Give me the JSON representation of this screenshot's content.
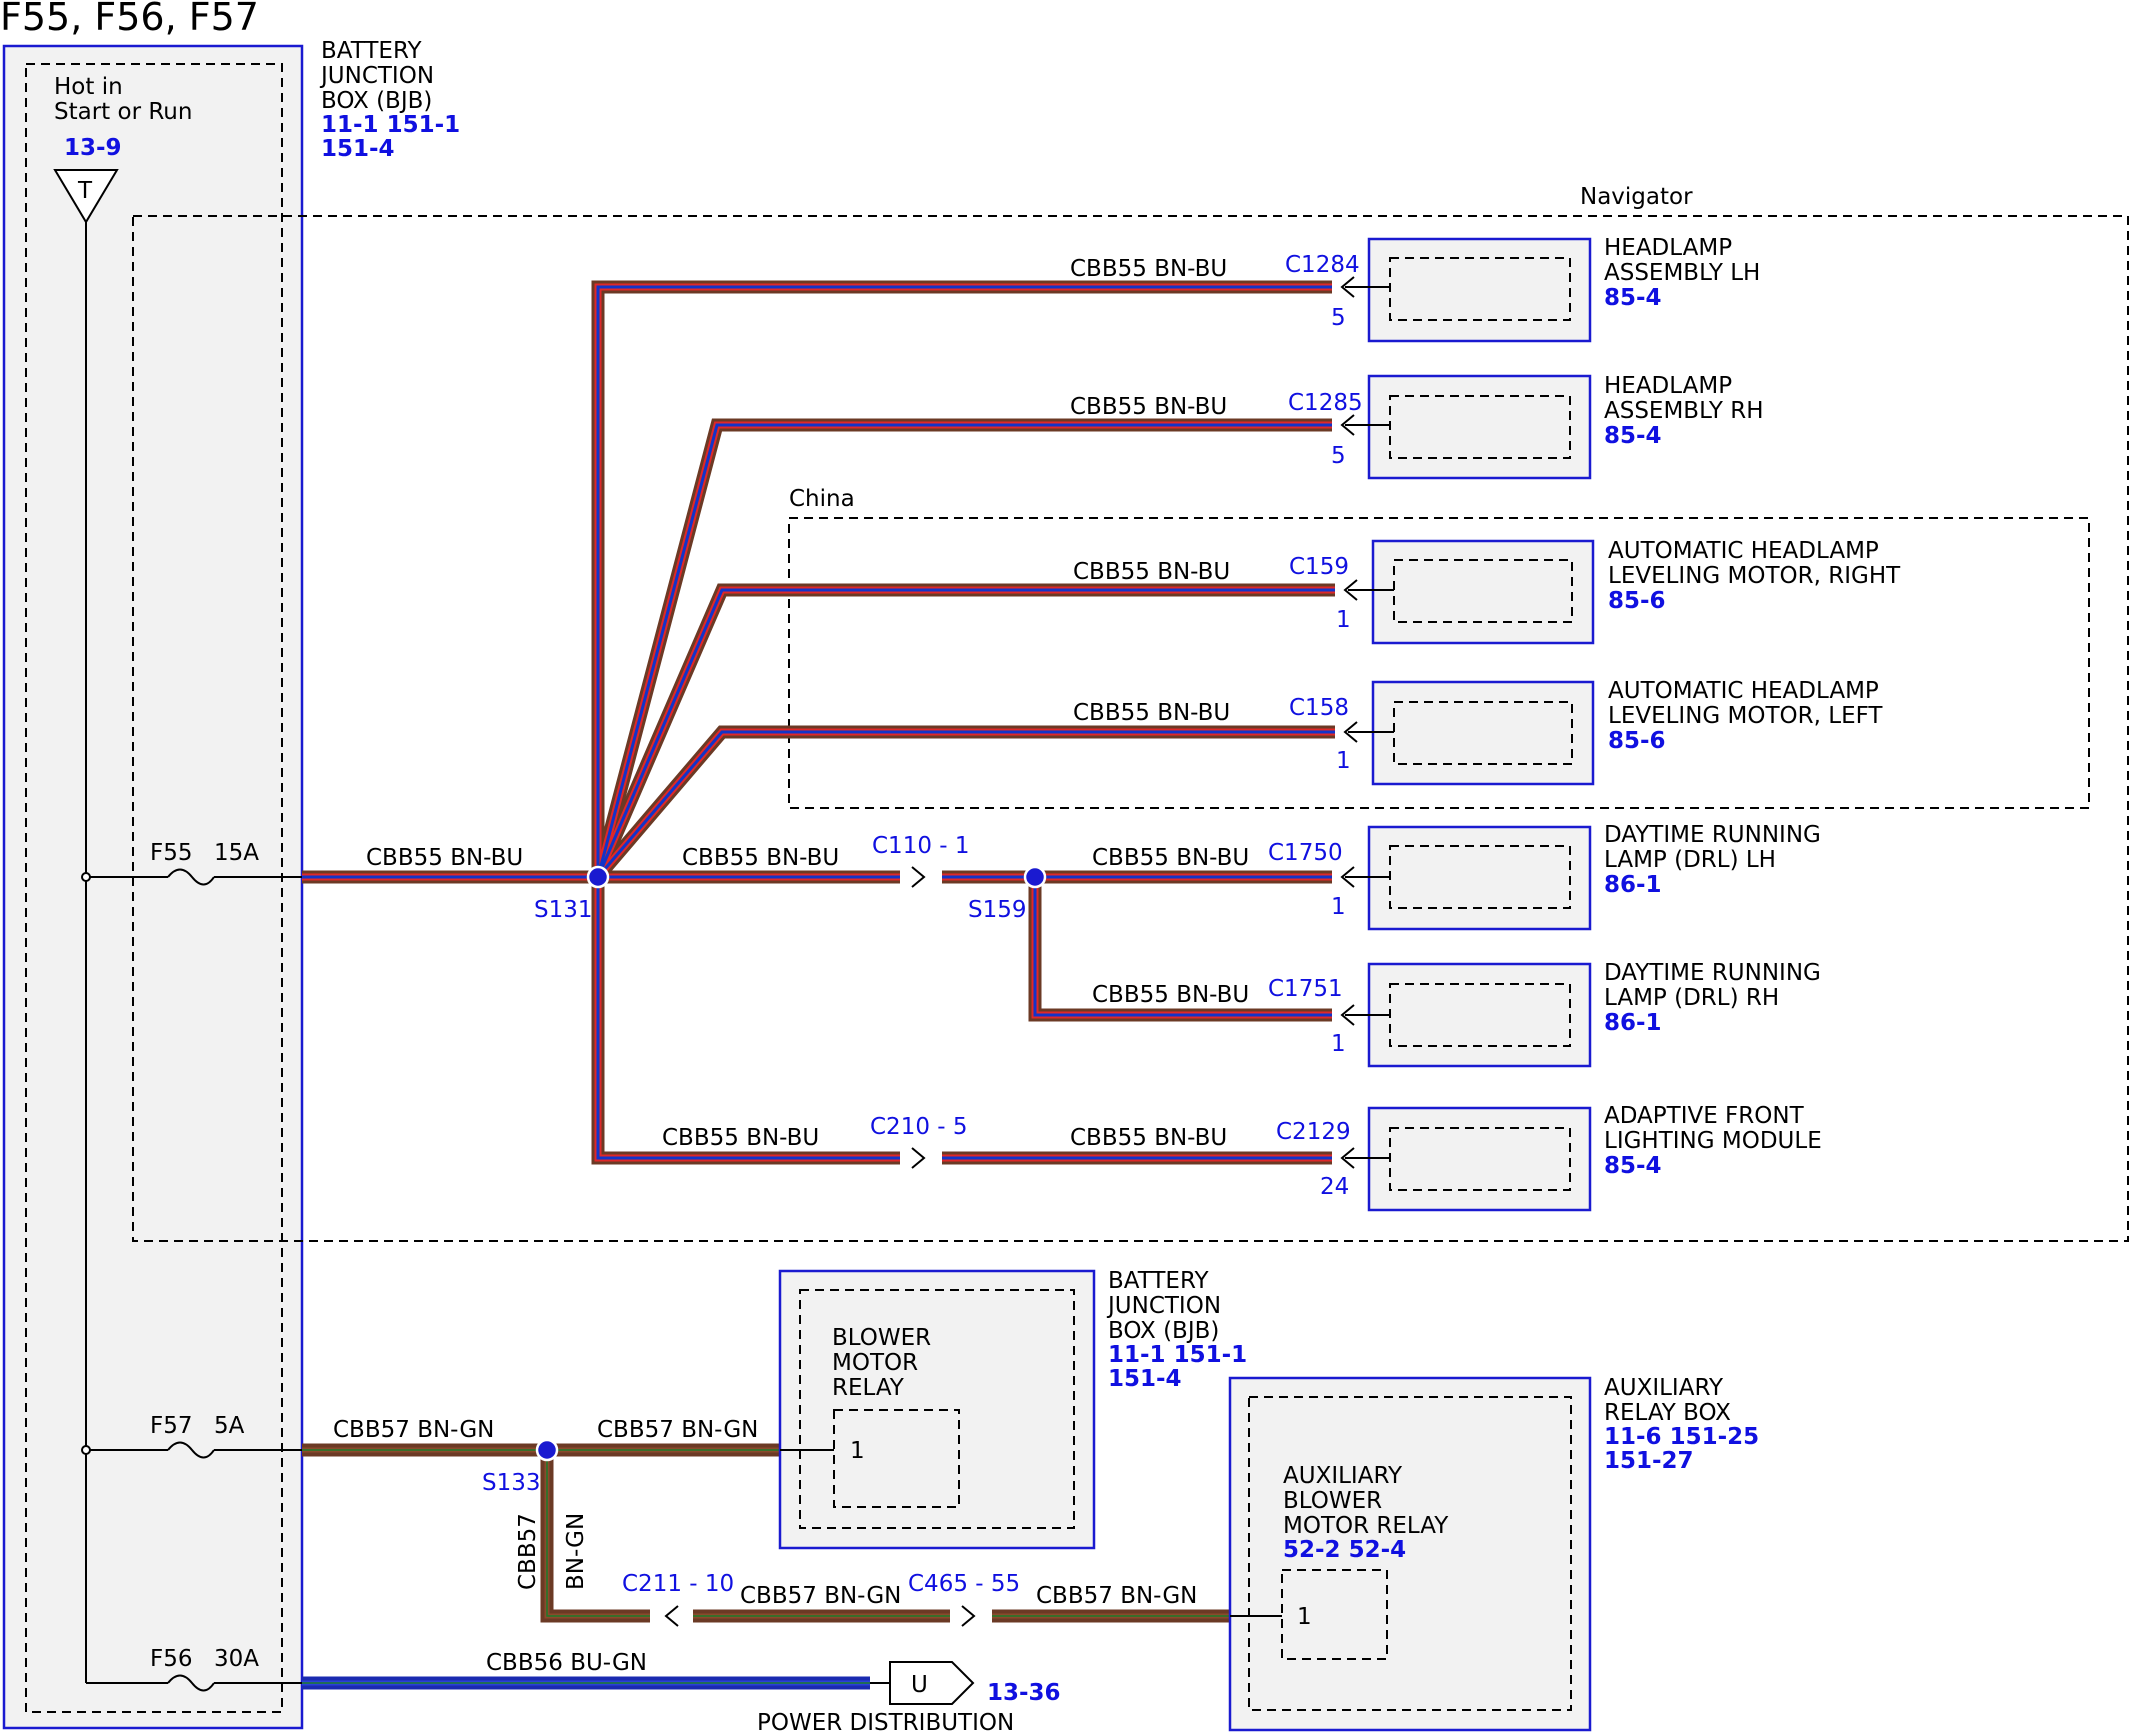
{
  "title": "F55, F56, F57",
  "bjb_top": {
    "name_lines": [
      "BATTERY",
      "JUNCTION",
      "BOX (BJB)"
    ],
    "ref_lines": [
      "11-1  151-1",
      "151-4"
    ]
  },
  "hot": {
    "lines": [
      "Hot in",
      "Start or Run"
    ],
    "ref": "13-9",
    "symbol": "T"
  },
  "fuses": {
    "f55": {
      "name": "F55",
      "rating": "15A"
    },
    "f57": {
      "name": "F57",
      "rating": "5A"
    },
    "f56": {
      "name": "F56",
      "rating": "30A"
    }
  },
  "zones": {
    "navigator": "Navigator",
    "china": "China"
  },
  "wire_labels": {
    "cbb55": "CBB55  BN-BU",
    "cbb57": "CBB57  BN-GN",
    "cbb57_vert_a": "CBB57",
    "cbb57_vert_b": "BN-GN",
    "cbb56": "CBB56  BU-GN"
  },
  "splices": {
    "s131": "S131",
    "s159": "S159",
    "s133": "S133"
  },
  "inline_connectors": {
    "c110": "C110 - 1",
    "c210": "C210 - 5",
    "c211": "C211 - 10",
    "c465": "C465 - 55"
  },
  "components": [
    {
      "key": "hlh",
      "connector": "C1284",
      "pin": "5",
      "name_lines": [
        "HEADLAMP",
        "ASSEMBLY LH"
      ],
      "ref": "85-4"
    },
    {
      "key": "hrh",
      "connector": "C1285",
      "pin": "5",
      "name_lines": [
        "HEADLAMP",
        "ASSEMBLY RH"
      ],
      "ref": "85-4"
    },
    {
      "key": "lvr",
      "connector": "C159",
      "pin": "1",
      "name_lines": [
        "AUTOMATIC HEADLAMP",
        "LEVELING MOTOR, RIGHT"
      ],
      "ref": "85-6"
    },
    {
      "key": "lvl",
      "connector": "C158",
      "pin": "1",
      "name_lines": [
        "AUTOMATIC HEADLAMP",
        "LEVELING MOTOR, LEFT"
      ],
      "ref": "85-6"
    },
    {
      "key": "drl_lh",
      "connector": "C1750",
      "pin": "1",
      "name_lines": [
        "DAYTIME RUNNING",
        "LAMP (DRL) LH"
      ],
      "ref": "86-1"
    },
    {
      "key": "drl_rh",
      "connector": "C1751",
      "pin": "1",
      "name_lines": [
        "DAYTIME RUNNING",
        "LAMP (DRL) RH"
      ],
      "ref": "86-1"
    },
    {
      "key": "afl",
      "connector": "C2129",
      "pin": "24",
      "name_lines": [
        "ADAPTIVE FRONT",
        "LIGHTING MODULE"
      ],
      "ref": "85-4"
    }
  ],
  "blower_relay": {
    "inner_lines": [
      "BLOWER",
      "MOTOR",
      "RELAY"
    ],
    "pin": "1",
    "name_lines": [
      "BATTERY",
      "JUNCTION",
      "BOX (BJB)"
    ],
    "ref_lines": [
      "11-1  151-1",
      "151-4"
    ]
  },
  "aux_box": {
    "name_lines": [
      "AUXILIARY",
      "RELAY BOX"
    ],
    "ref_lines": [
      "11-6  151-25",
      "151-27"
    ],
    "relay_lines": [
      "AUXILIARY",
      "BLOWER",
      "MOTOR RELAY"
    ],
    "relay_ref": "52-2  52-4",
    "pin": "1"
  },
  "power_distribution": {
    "symbol": "U",
    "ref": "13-36",
    "label": "POWER DISTRIBUTION"
  },
  "colors": {
    "brown": "#6b3a25",
    "blue": "#1a1ad0",
    "red": "#e02828",
    "wire_blue": "#1234c8",
    "green": "#1c7a2a",
    "box_fill": "#f2f2f2"
  }
}
